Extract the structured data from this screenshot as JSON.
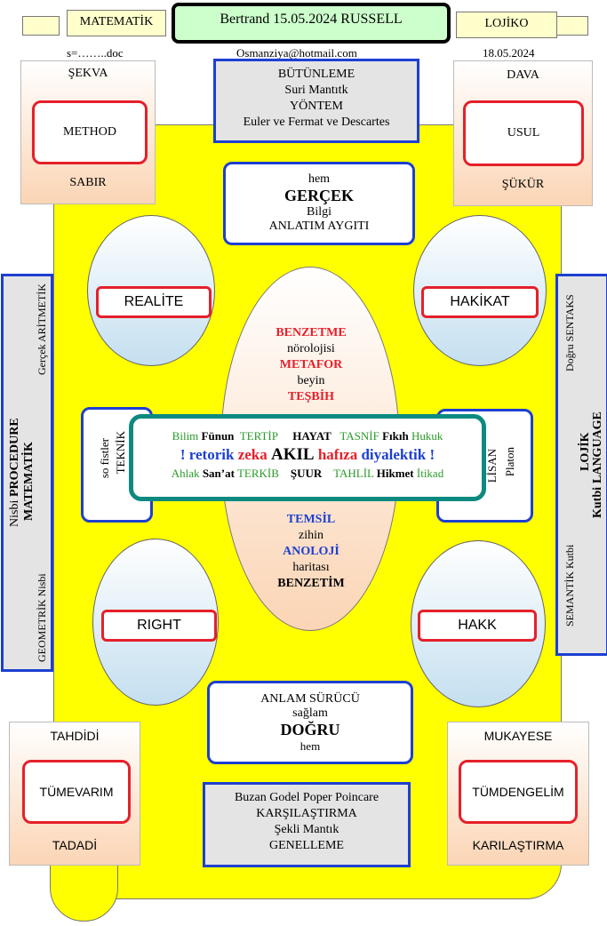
{
  "header": {
    "left_ribbon": "MATEMATİK",
    "right_ribbon": "LOJİKO",
    "title": "Bertrand 15.05.2024 RUSSELL",
    "filename": "s=……..doc",
    "email": "Osmanziya@hotmail.com",
    "date": "18.05.2024"
  },
  "top_left": {
    "top": "ŞEKVA",
    "box": "METHOD",
    "bottom": "SABIR"
  },
  "top_right": {
    "top": "DAVA",
    "box": "USUL",
    "bottom": "ŞÜKÜR"
  },
  "top_center": {
    "line1": "BÜTÜNLEME",
    "line2": "Suri Mantıtk",
    "line3": "YÖNTEM",
    "line4": "Euler ve Fermat ve Descartes"
  },
  "upper_blue": {
    "line1": "hem",
    "line2": "GERÇEK",
    "line3": "Bilgi",
    "line4": "ANLATIM AYGITI"
  },
  "ellipses": {
    "top_left": "REALİTE",
    "top_right": "HAKİKAT",
    "bottom_left": "RIGHT",
    "bottom_right": "HAKK"
  },
  "center_top": {
    "l1": "BENZETME",
    "l2": "nörolojisi",
    "l3": "METAFOR",
    "l4": "beyin",
    "l5": "TEŞBİH"
  },
  "center_bottom": {
    "l1": "TEMSİL",
    "l2": "zihin",
    "l3": "ANOLOJİ",
    "l4": "haritası",
    "l5": "BENZETİM"
  },
  "side_left_inner": {
    "l1": "so fistler",
    "l2": "TEKNİK"
  },
  "side_right_inner": {
    "l1": "LİSAN",
    "l2": "Platon"
  },
  "left_panel": {
    "c1a": "Nisbi",
    "c1b": "PROCEDURE",
    "c2": "MATEMATİK",
    "c3a": "GEOMETRİK Nisbi",
    "c3b": "Gerçek ARİTMETİK"
  },
  "right_panel": {
    "c1a": "SEMANTİK Kutbi",
    "c1b": "Doğru SENTAKS",
    "c2": "LOJİK",
    "c3a": "Kutbi",
    "c3b": "LANGUAGE"
  },
  "center_box": {
    "r1": [
      "Bilim",
      "Fünun",
      "TERTİP",
      "HAYAT",
      "TASNİF",
      "Fıkıh",
      "Hukuk"
    ],
    "r2": [
      "! retorik",
      "zeka",
      "AKIL",
      "hafıza",
      "diyalektik !"
    ],
    "r3": [
      "Ahlak",
      "San’at",
      "TERKİB",
      "ŞUUR",
      "TAHLİL",
      "Hikmet",
      "İtikad"
    ]
  },
  "lower_blue": {
    "l1": "ANLAM SÜRÜCÜ",
    "l2": "sağlam",
    "l3": "DOĞRU",
    "l4": "hem"
  },
  "bottom_left": {
    "top": "TAHDİDİ",
    "box": "TÜMEVARIM",
    "bottom": "TADADİ"
  },
  "bottom_right": {
    "top": "MUKAYESE",
    "box": "TÜMDENGELİM",
    "bottom": "KARILAŞTIRMA"
  },
  "bottom_center": {
    "l1": "Buzan  Godel Poper Poincare",
    "l2": "KARŞILAŞTIRMA",
    "l3": "Şekli Mantık",
    "l4": "GENELLEME"
  }
}
